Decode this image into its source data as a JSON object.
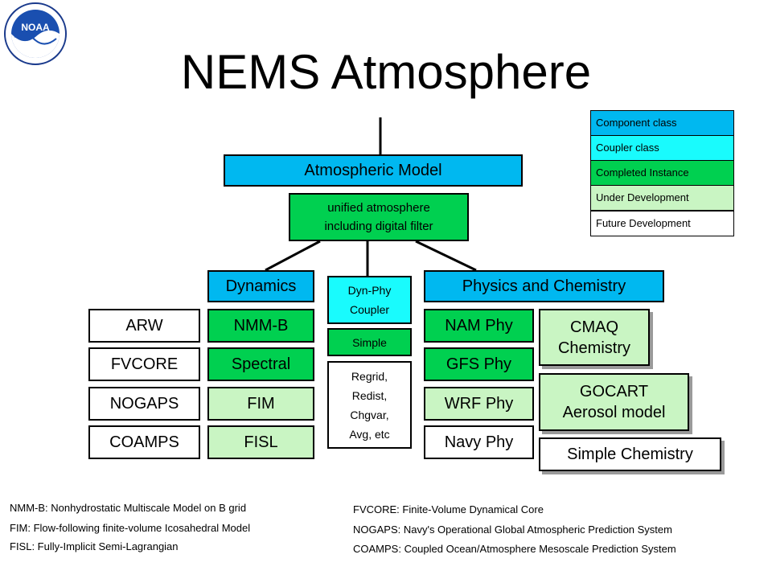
{
  "title": "NEMS Atmosphere",
  "logo": {
    "name": "NOAA logo",
    "text": "NOAA"
  },
  "legend": [
    {
      "label": "Component class",
      "color": "#00b8f0"
    },
    {
      "label": "Coupler class",
      "color": "#19fbfd"
    },
    {
      "label": "Completed Instance",
      "color": "#00d050"
    },
    {
      "label": "Under Development",
      "color": "#c9f5c3"
    },
    {
      "label": "Future Development",
      "color": "#ffffff"
    }
  ],
  "atmospheric_model": "Atmospheric Model",
  "unified": {
    "line1": "unified atmosphere",
    "line2": "including digital filter"
  },
  "dynamics": {
    "header": "Dynamics",
    "items": [
      "NMM-B",
      "Spectral",
      "FIM",
      "FISL"
    ]
  },
  "dynamics_future": [
    "ARW",
    "FVCORE",
    "NOGAPS",
    "COAMPS"
  ],
  "coupler": {
    "header_line1": "Dyn-Phy",
    "header_line2": "Coupler",
    "simple": "Simple",
    "regrid": [
      "Regrid,",
      "Redist,",
      "Chgvar,",
      "Avg, etc"
    ]
  },
  "physics": {
    "header": "Physics and Chemistry",
    "items": [
      "NAM Phy",
      "GFS Phy",
      "WRF Phy",
      "Navy Phy"
    ]
  },
  "chemistry": {
    "cmaq": [
      "CMAQ",
      "Chemistry"
    ],
    "gocart": [
      "GOCART",
      "Aerosol model"
    ],
    "simple": "Simple Chemistry"
  },
  "footnotes_left": [
    "NMM-B: Nonhydrostatic Multiscale Model on B grid",
    "FIM: Flow-following finite-volume Icosahedral Model",
    "FISL: Fully-Implicit Semi-Lagrangian"
  ],
  "footnotes_right": [
    "FVCORE: Finite-Volume Dynamical Core",
    "NOGAPS: Navy's Operational Global Atmospheric Prediction System",
    "COAMPS: Coupled Ocean/Atmosphere Mesoscale Prediction System"
  ]
}
